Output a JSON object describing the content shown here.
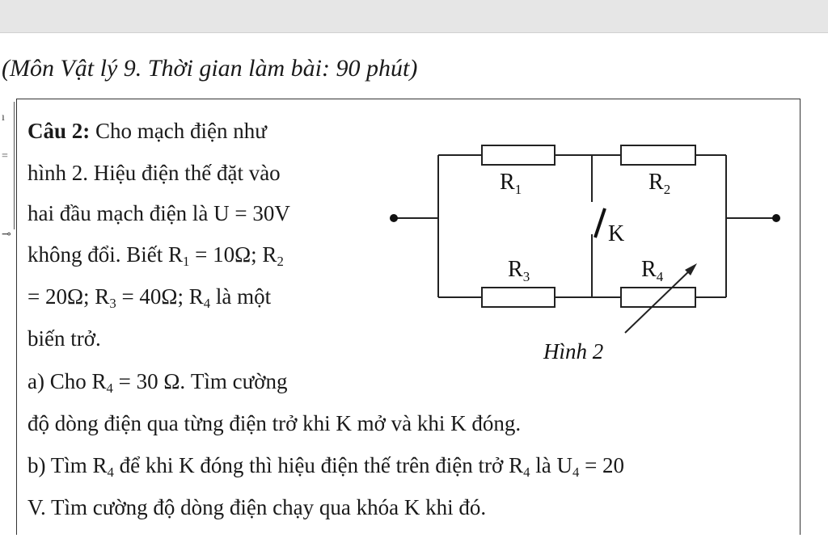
{
  "header": {
    "text": "(Môn Vật lý 9. Thời gian làm bài: 90 phút)"
  },
  "problem": {
    "title": "Câu 2:",
    "line1": " Cho mạch điện như",
    "line2": "hình 2. Hiệu điện thế đặt vào",
    "line3": "hai đầu mạch điện là U = 30V",
    "line4_start": "không đổi. Biết R",
    "line4_mid": " = 10Ω; R",
    "sub_1": "1",
    "sub_2": "2",
    "sub_3": "3",
    "sub_4": "4",
    "line5_start": "= 20Ω; R",
    "line5_mid": " = 40Ω; R",
    "line5_end": " là một",
    "line6": "biến trở.",
    "part_a_start": "a) Cho R",
    "part_a_end": " = 30 Ω. Tìm cường",
    "part_a_cont": "độ dòng điện qua từng điện trở khi K mở và khi K đóng.",
    "part_b_start": "b) Tìm R",
    "part_b_mid": " để khi K đóng thì hiệu điện thế trên điện trở R",
    "part_b_mid2": " là U",
    "part_b_end": " = 20",
    "part_b_cont": "V. Tìm cường độ dòng điện chạy qua khóa K khi đó."
  },
  "diagram": {
    "r_letter": "R",
    "sub_1": "1",
    "sub_2": "2",
    "sub_3": "3",
    "sub_4": "4",
    "switch_label": "K",
    "caption": "Hình 2"
  }
}
